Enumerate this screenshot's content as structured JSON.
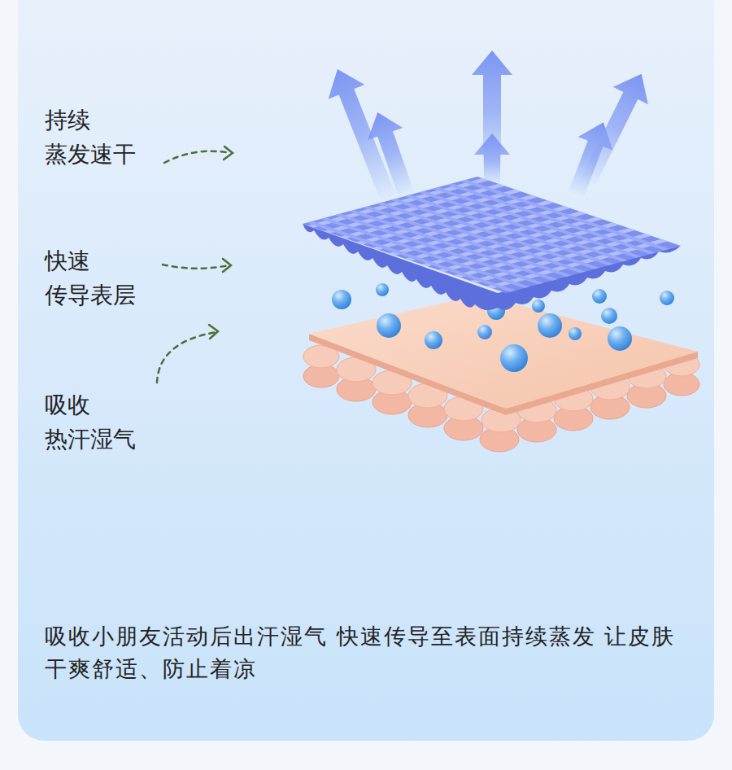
{
  "diagram": {
    "caption": "吸收小朋友活动后出汗湿气 快速传导至表面持续蒸发 让皮肤干爽舒适、防止着凉",
    "labels": [
      "持续 蒸发速干",
      "快速 传导表层",
      "吸收 热汗湿气"
    ]
  }
}
